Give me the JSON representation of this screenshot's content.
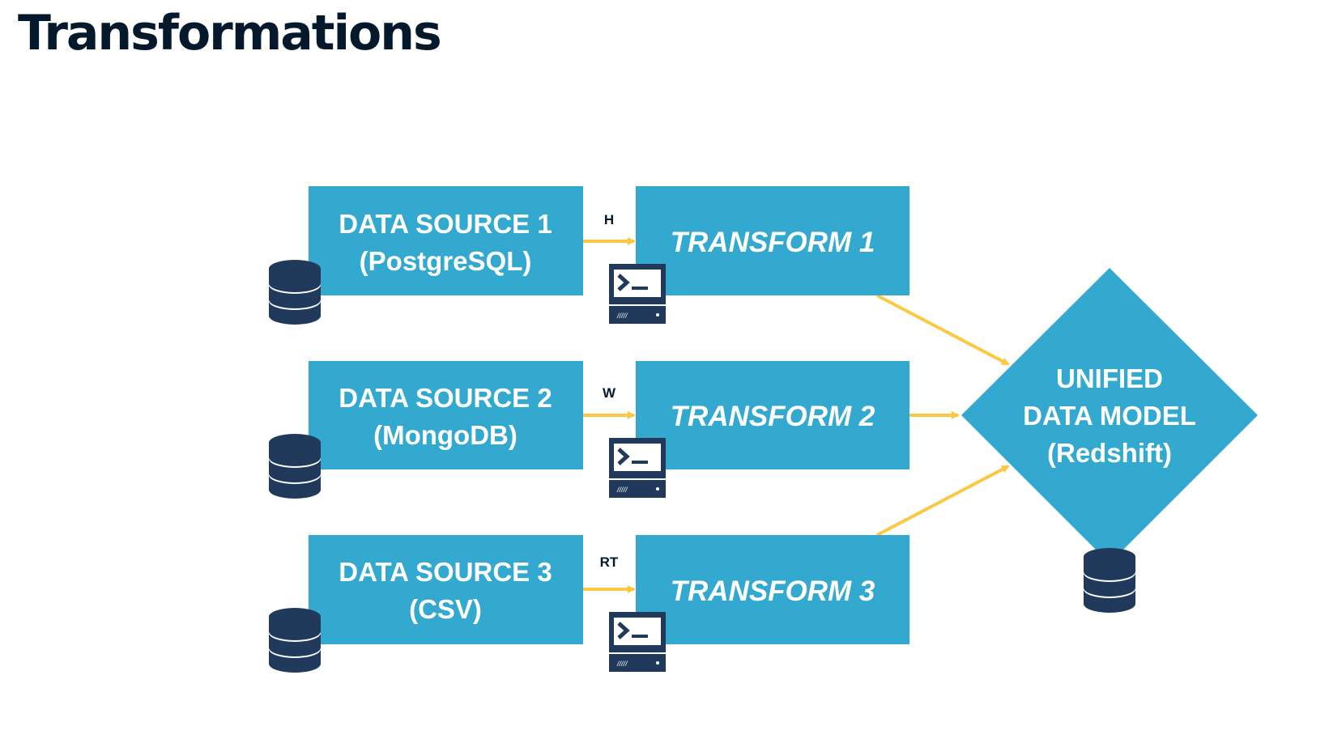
{
  "title": "Transformations",
  "colors": {
    "box": "#33a9cf",
    "arrow": "#fbc841",
    "icon": "#213a5c",
    "title": "#05192d",
    "text_on_box": "#ffffff"
  },
  "sources": [
    {
      "line1": "DATA SOURCE 1",
      "line2": "(PostgreSQL)",
      "icon": "database-icon"
    },
    {
      "line1": "DATA SOURCE 2",
      "line2": "(MongoDB)",
      "icon": "database-icon"
    },
    {
      "line1": "DATA SOURCE 3",
      "line2": "(CSV)",
      "icon": "database-icon"
    }
  ],
  "frequencies": [
    "H",
    "W",
    "RT"
  ],
  "transforms": [
    {
      "label": "TRANSFORM 1",
      "icon": "terminal-server-icon"
    },
    {
      "label": "TRANSFORM 2",
      "icon": "terminal-server-icon"
    },
    {
      "label": "TRANSFORM 3",
      "icon": "terminal-server-icon"
    }
  ],
  "model": {
    "line1": "UNIFIED",
    "line2": "DATA MODEL",
    "line3": "(Redshift)",
    "icon": "database-icon"
  }
}
